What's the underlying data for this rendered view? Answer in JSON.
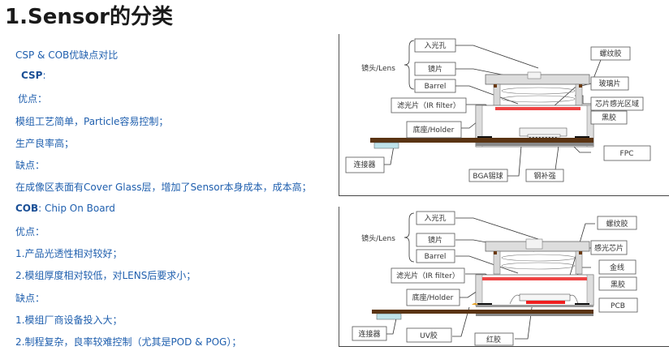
{
  "heading": "1.Sensor的分类",
  "text_lines": [
    {
      "id": "compare-title",
      "text": "CSP & COB优缺点对比"
    },
    {
      "id": "csp-label",
      "bold": "CSP",
      "text": ":"
    },
    {
      "id": "csp-pros-label",
      "text": "优点："
    },
    {
      "id": "csp-pro-1",
      "text": "模组工艺简单，Particle容易控制；"
    },
    {
      "id": "csp-pro-2",
      "text": "生产良率高；"
    },
    {
      "id": "csp-cons-label",
      "text": "缺点："
    },
    {
      "id": "csp-con-1",
      "text": "在成像区表面有Cover Glass层，增加了Sensor本身成本，成本高；"
    },
    {
      "id": "cob-label",
      "bold": "COB",
      "text": ":  Chip On Board"
    },
    {
      "id": "cob-pros-label",
      "text": "优点："
    },
    {
      "id": "cob-pro-1",
      "text": "1.产品光透性相对较好；"
    },
    {
      "id": "cob-pro-2",
      "text": "2.模组厚度相对较低，对LENS后要求小；"
    },
    {
      "id": "cob-cons-label",
      "text": "缺点："
    },
    {
      "id": "cob-con-1",
      "text": "1.模组厂商设备投入大；"
    },
    {
      "id": "cob-con-2",
      "text": "2.制程复杂，良率较难控制（尤其是POD & POG）；"
    }
  ],
  "diagram_csp": {
    "lens_group": "镜头/Lens",
    "labels": {
      "aperture": "入光孔",
      "lens_element": "镜片",
      "barrel": "Barrel",
      "ir_filter": "滤光片（IR filter）",
      "holder": "底座/Holder",
      "connector": "连接器",
      "bga": "BGA锡球",
      "stiffener": "钢补强",
      "thread_glue": "螺纹胶",
      "glass": "玻璃片",
      "sensor_area": "芯片感光区域",
      "black_glue": "黑胶",
      "fpc": "FPC"
    }
  },
  "diagram_cob": {
    "lens_group": "镜头/Lens",
    "labels": {
      "aperture": "入光孔",
      "lens_element": "镜片",
      "barrel": "Barrel",
      "ir_filter": "滤光片（IR filter）",
      "holder": "底座/Holder",
      "connector": "连接器",
      "uv_glue": "UV胶",
      "red_glue": "红胶",
      "thread_glue": "螺纹胶",
      "sensor_chip": "感光芯片",
      "gold_wire": "金线",
      "black_glue": "黑胶",
      "pcb": "PCB"
    }
  },
  "colors": {
    "text_blue": "#1f5fae",
    "filter_red": "#ef4444",
    "pcb_brown": "#5a3413",
    "connector_blue": "#bfe3ea"
  }
}
